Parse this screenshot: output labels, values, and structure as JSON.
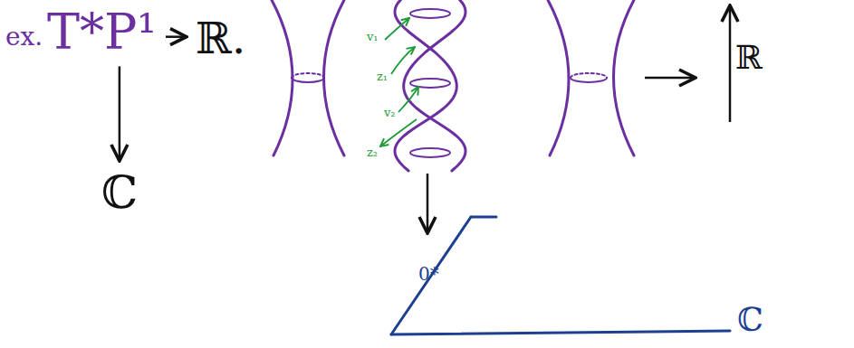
{
  "diagram": {
    "nodes": [
      {
        "text": [
          "T*P¹"
        ]
      },
      {
        "text": [
          "ℝ."
        ]
      },
      {
        "text": [
          "ℂ"
        ]
      }
    ],
    "edges": [
      {
        "from": 0,
        "to": 1,
        "arrow": "to"
      },
      {
        "from": 0,
        "to": 2,
        "arrow": "to"
      }
    ],
    "labels": [
      "ex.",
      "v₁",
      "z₁",
      "v₂",
      "z₂",
      "0*",
      "ℂ",
      "ℝ"
    ]
  }
}
